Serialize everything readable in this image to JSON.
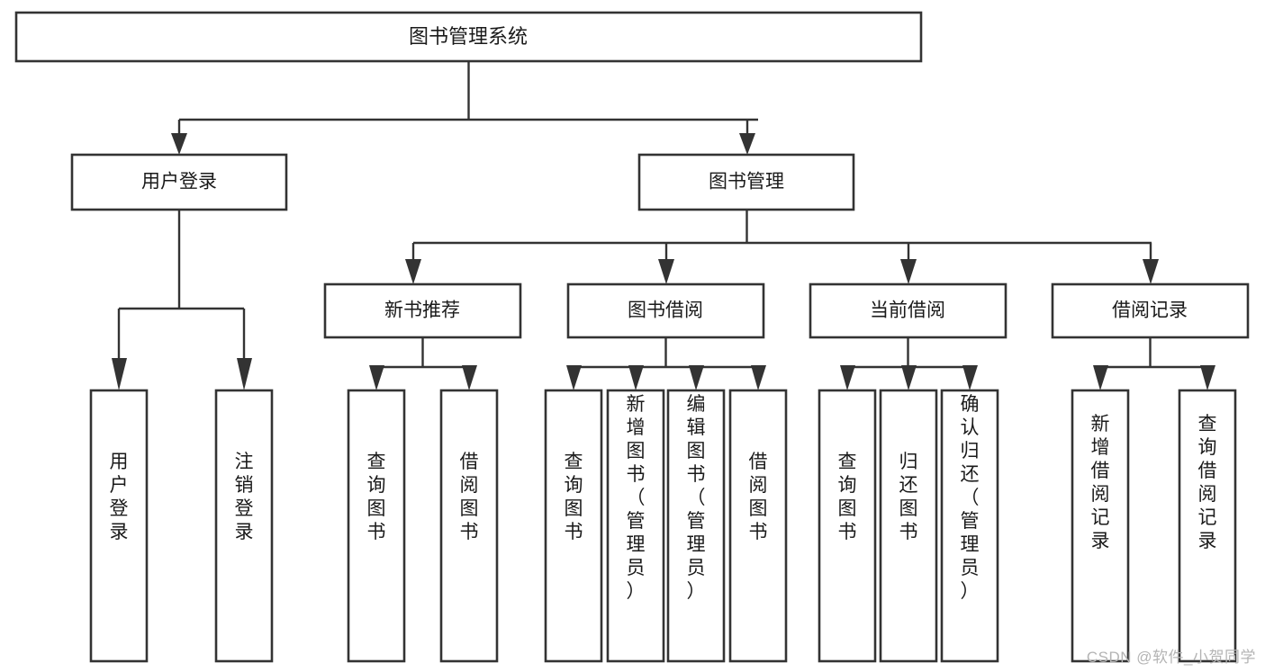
{
  "diagram": {
    "title": "图书管理系统",
    "type": "tree-hierarchy",
    "watermark": "CSDN @软件_小贺同学",
    "root": {
      "id": "root",
      "label": "图书管理系统"
    },
    "level1": [
      {
        "id": "user-login",
        "label": "用户登录"
      },
      {
        "id": "book-manage",
        "label": "图书管理"
      }
    ],
    "level2": [
      {
        "id": "new-book-recommend",
        "label": "新书推荐",
        "parent": "book-manage"
      },
      {
        "id": "book-borrow",
        "label": "图书借阅",
        "parent": "book-manage"
      },
      {
        "id": "current-borrow",
        "label": "当前借阅",
        "parent": "book-manage"
      },
      {
        "id": "borrow-record",
        "label": "借阅记录",
        "parent": "book-manage"
      }
    ],
    "leaves": [
      {
        "id": "leaf-user-login",
        "label": "用户登录",
        "parent": "user-login"
      },
      {
        "id": "leaf-user-logout",
        "label": "注销登录",
        "parent": "user-login"
      },
      {
        "id": "leaf-query-book-1",
        "label": "查询图书",
        "parent": "new-book-recommend"
      },
      {
        "id": "leaf-borrow-book-1",
        "label": "借阅图书",
        "parent": "new-book-recommend"
      },
      {
        "id": "leaf-query-book-2",
        "label": "查询图书",
        "parent": "book-borrow"
      },
      {
        "id": "leaf-add-book",
        "label": "新增图书（管理员）",
        "parent": "book-borrow"
      },
      {
        "id": "leaf-edit-book",
        "label": "编辑图书（管理员）",
        "parent": "book-borrow"
      },
      {
        "id": "leaf-borrow-book-2",
        "label": "借阅图书",
        "parent": "book-borrow"
      },
      {
        "id": "leaf-query-book-3",
        "label": "查询图书",
        "parent": "current-borrow"
      },
      {
        "id": "leaf-return-book",
        "label": "归还图书",
        "parent": "current-borrow"
      },
      {
        "id": "leaf-confirm-return",
        "label": "确认归还（管理员）",
        "parent": "current-borrow"
      },
      {
        "id": "leaf-add-record",
        "label": "新增借阅记录",
        "parent": "borrow-record"
      },
      {
        "id": "leaf-query-record",
        "label": "查询借阅记录",
        "parent": "borrow-record"
      }
    ],
    "colors": {
      "stroke": "#333333",
      "fill": "#ffffff",
      "text": "#1a1a1a",
      "watermark": "#b4b4b4"
    }
  }
}
